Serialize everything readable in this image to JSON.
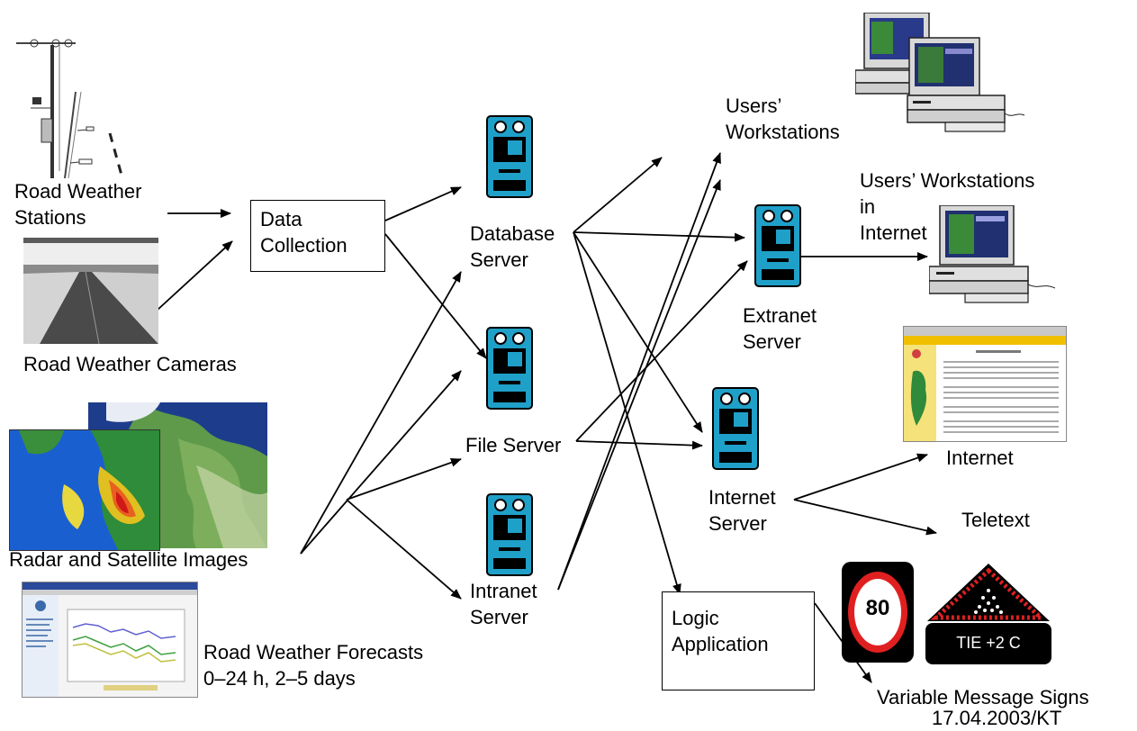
{
  "labels": {
    "road_weather_stations": [
      "Road Weather",
      "Stations"
    ],
    "road_weather_cameras": "Road Weather Cameras",
    "radar_satellite": "Radar and Satellite Images",
    "forecasts": [
      "Road Weather Forecasts",
      "0–24 h, 2–5 days"
    ],
    "data_collection": [
      "Data",
      "Collection"
    ],
    "database_server": [
      "Database",
      "Server"
    ],
    "file_server": "File Server",
    "intranet_server": [
      "Intranet",
      "Server"
    ],
    "users_workstations": [
      "Users’",
      "Workstations"
    ],
    "users_workstations_internet": [
      "Users’ Workstations",
      "in",
      "Internet"
    ],
    "extranet_server": [
      "Extranet",
      "Server"
    ],
    "internet_server": [
      "Internet",
      "Server"
    ],
    "internet": "Internet",
    "teletext": "Teletext",
    "logic_application": [
      "Logic",
      "Application"
    ],
    "variable_message_signs": "Variable Message Signs",
    "footer_date": "17.04.2003/KT"
  },
  "signs": {
    "speed_limit": "80",
    "road_temp": "TIE +2 C"
  },
  "colors": {
    "server_blue": "#1fa0c8",
    "sign_red": "#e02020"
  },
  "icons": [
    "server-icon",
    "workstation-icon",
    "weather-station-icon",
    "camera-image",
    "radar-image",
    "satellite-image",
    "forecast-screenshot",
    "webpage-screenshot",
    "speed-sign-icon",
    "warning-sign-icon"
  ]
}
